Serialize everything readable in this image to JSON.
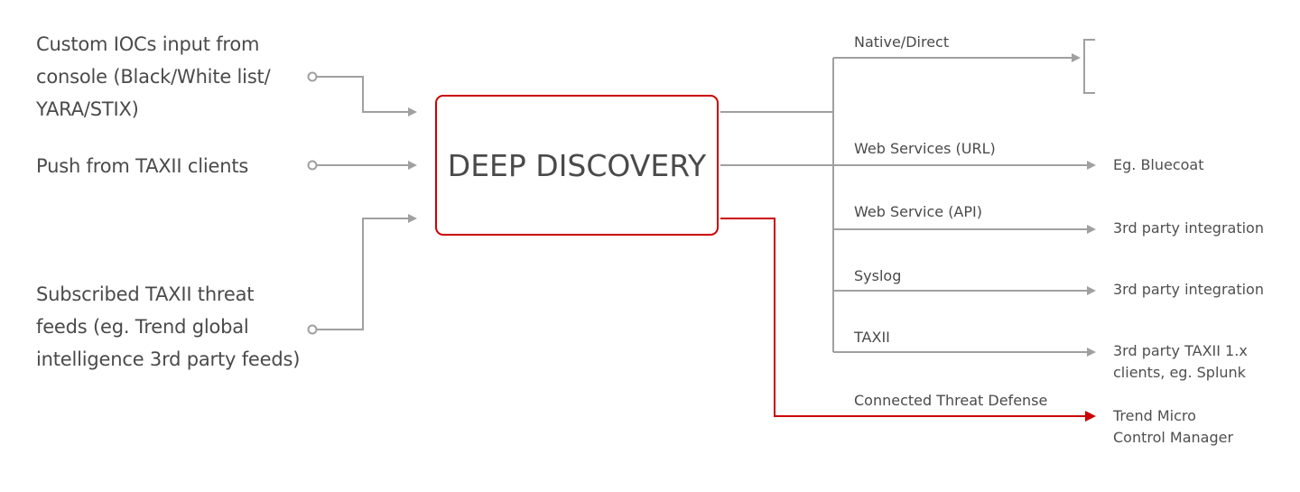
{
  "colors": {
    "connector_gray": "#a0a0a0",
    "accent_red": "#cc0000",
    "text": "#4a4a4a"
  },
  "core": {
    "label": "DEEP DISCOVERY"
  },
  "sources": [
    {
      "lines": [
        "Custom IOCs input from",
        "console (Black/White list/",
        "YARA/STIX)"
      ]
    },
    {
      "lines": [
        "Push from TAXII clients"
      ]
    },
    {
      "lines": [
        "Subscribed TAXII threat",
        "feeds (eg. Trend global",
        "intelligence 3rd party feeds)"
      ]
    }
  ],
  "channels": [
    {
      "label": "Native/Direct",
      "destination": []
    },
    {
      "label": "Web Services (URL)",
      "destination": [
        "Eg. Bluecoat"
      ]
    },
    {
      "label": "Web Service (API)",
      "destination": [
        "3rd party integration"
      ]
    },
    {
      "label": "Syslog",
      "destination": [
        "3rd party integration"
      ]
    },
    {
      "label": "TAXII",
      "destination": [
        "3rd party TAXII 1.x",
        "clients, eg. Splunk"
      ]
    },
    {
      "label": "Connected Threat Defense",
      "destination": [
        "Trend Micro",
        "Control Manager"
      ],
      "highlight": true
    }
  ]
}
